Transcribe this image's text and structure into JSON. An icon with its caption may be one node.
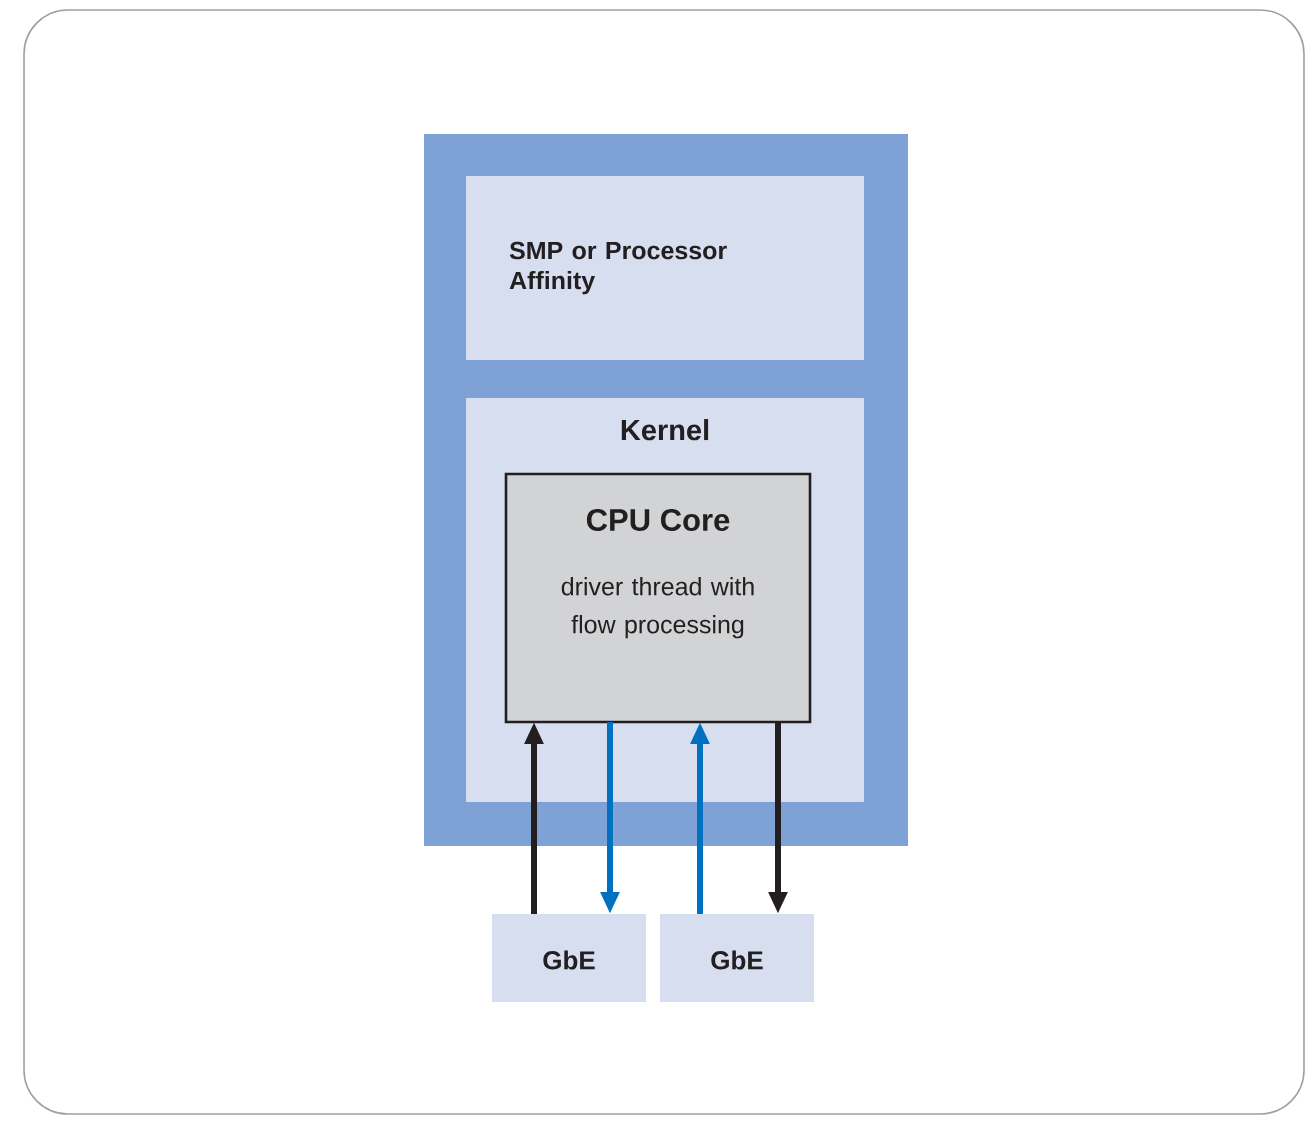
{
  "diagram": {
    "nodes": [
      {
        "text": [],
        "shape": "box"
      },
      {
        "text": [
          "SMP or Processor Affinity"
        ],
        "in": 0
      },
      {
        "text": [
          "Kernel"
        ],
        "in": 0
      },
      {
        "text": [
          "CPU Core",
          "driver thread with flow processing"
        ],
        "in": 2
      },
      {
        "text": [
          "GbE"
        ]
      },
      {
        "text": [
          "GbE"
        ]
      }
    ],
    "edges": [
      {
        "from": 4,
        "to": 3,
        "arrow": "to"
      },
      {
        "from": 3,
        "to": 4,
        "arrow": "to",
        "color": "#0070c0"
      },
      {
        "from": 5,
        "to": 3,
        "arrow": "to",
        "color": "#0070c0"
      },
      {
        "from": 3,
        "to": 5,
        "arrow": "to"
      }
    ]
  }
}
